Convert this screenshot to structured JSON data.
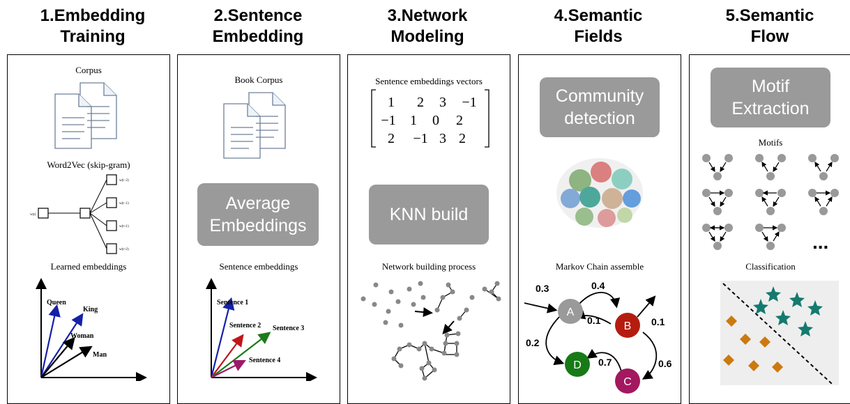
{
  "columns": [
    {
      "title_line1": "1.Embedding",
      "title_line2": "Training"
    },
    {
      "title_line1": "2.Sentence",
      "title_line2": "Embedding"
    },
    {
      "title_line1": "3.Network",
      "title_line2": "Modeling"
    },
    {
      "title_line1": "4.Semantic",
      "title_line2": "Fields"
    },
    {
      "title_line1": "5.Semantic",
      "title_line2": "Flow"
    }
  ],
  "panel1": {
    "corpus_label": "Corpus",
    "w2v_label": "Word2Vec (skip-gram)",
    "input_word": "w(t)",
    "context_words": [
      "w(t−2)",
      "w(t−1)",
      "w(t+1)",
      "w(t+2)"
    ],
    "learned_label": "Learned embeddings",
    "vectors": [
      "Queen",
      "King",
      "Woman",
      "Man"
    ]
  },
  "panel2": {
    "corpus_label": "Book Corpus",
    "box_line1": "Average",
    "box_line2": "Embeddings",
    "sent_label": "Sentence embeddings",
    "vectors": [
      "Sentence 1",
      "Sentence 2",
      "Sentence 3",
      "Sentence 4"
    ]
  },
  "panel3": {
    "matrix_label": "Sentence embeddings vectors",
    "matrix": [
      [
        "1",
        "2",
        "3",
        "−1"
      ],
      [
        "−1",
        "1",
        "0",
        "2"
      ],
      [
        "2",
        "−1",
        "3",
        "2"
      ]
    ],
    "box_label": "KNN build",
    "process_label": "Network building process"
  },
  "panel4": {
    "box_line1": "Community",
    "box_line2": "detection",
    "markov_label": "Markov Chain assemble",
    "nodes": [
      "A",
      "B",
      "C",
      "D"
    ],
    "weights": [
      "0.3",
      "0.4",
      "0.1",
      "0.1",
      "0.2",
      "0.7",
      "0.6"
    ],
    "node_colors": {
      "A": "#9a9a9a",
      "B": "#b51c10",
      "C": "#a3185f",
      "D": "#177a17"
    }
  },
  "panel5": {
    "box_line1": "Motif",
    "box_line2": "Extraction",
    "motifs_label": "Motifs",
    "ellipsis": "...",
    "classification_label": "Classification",
    "colors": {
      "star": "#157a6e",
      "diamond": "#cc7a0e"
    }
  }
}
